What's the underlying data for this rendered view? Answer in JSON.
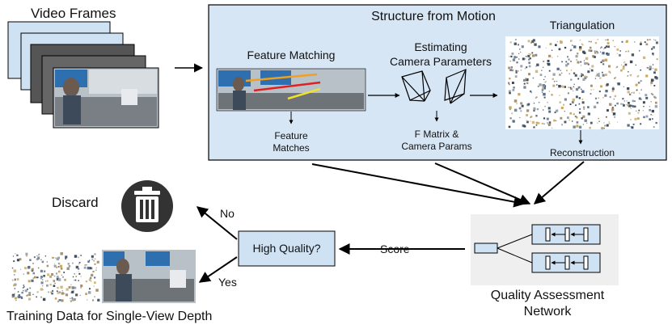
{
  "inputs": {
    "title": "Video Frames"
  },
  "sfm": {
    "title": "Structure from Motion",
    "feature_matching": "Feature Matching",
    "feature_matches": [
      "Feature",
      "Matches"
    ],
    "estimating": [
      "Estimating",
      "Camera Parameters"
    ],
    "f_matrix": [
      "F Matrix &",
      "Camera Params"
    ],
    "triangulation": "Triangulation",
    "reconstruction": "Reconstruction"
  },
  "qan": {
    "label": [
      "Quality Assessment",
      "Network"
    ]
  },
  "decision": {
    "label": "High Quality?",
    "score": "Score",
    "no": "No",
    "yes": "Yes"
  },
  "discard": {
    "label": "Discard"
  },
  "training": {
    "label": "Training Data for Single-View Depth"
  },
  "colors": {
    "panel_fill": "#d7e6f5",
    "panel_stroke": "#000000",
    "qan_bg": "#efefef",
    "box_fill": "#cfe2f3",
    "trash": "#333333",
    "line_orange": "#f0a020",
    "line_red": "#e02020",
    "line_yellow": "#f0e030"
  }
}
